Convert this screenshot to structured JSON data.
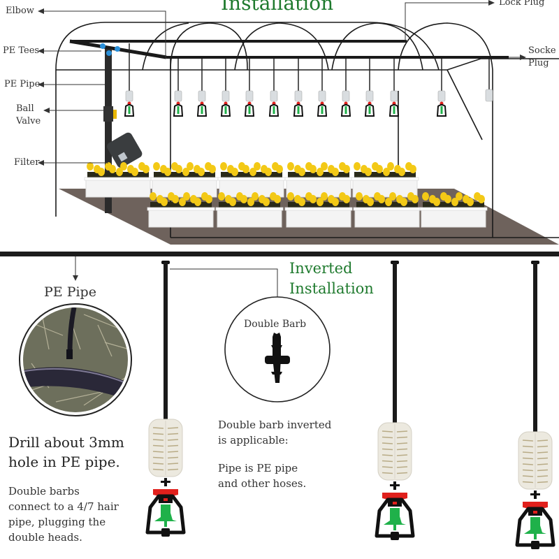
{
  "top_section": {
    "title": "Installation",
    "labels": {
      "elbow": "Elbow",
      "pe_tees": "PE Tees",
      "pe_pipe": "PE Pipe",
      "ball_valve_line1": "Ball",
      "ball_valve_line2": "Valve",
      "filter": "Filter",
      "lock_plug": "Lock Plug",
      "socket_plug_line1": "Socke",
      "socket_plug_line2": "Plug"
    },
    "hanging_sprinkler_count": 12,
    "flower_planter_rows": [
      5,
      5
    ]
  },
  "bottom_section": {
    "title_line1": "Inverted",
    "title_line2": "Installation",
    "pe_pipe_label": "PE Pipe",
    "double_barb_label": "Double Barb",
    "drill_text_line1": "Drill about 3mm",
    "drill_text_line2": "hole in PE pipe.",
    "barbs_text": [
      "Double barbs",
      "connect to a 4/7 hair",
      "pipe, plugging the",
      "double heads."
    ],
    "inverted_text": [
      "Double barb inverted",
      "is applicable:"
    ],
    "pipe_text": [
      "Pipe is PE pipe",
      "and other hoses."
    ],
    "inverted_sprinkler_count": 3
  },
  "colors": {
    "title_green": "#1f7a2e",
    "pipe_black": "#1a1a1a",
    "nozzle_red": "#e0201c",
    "nozzle_green": "#1fb14a",
    "flower_yellow": "#f3c916",
    "floor_brown": "#6e625c",
    "valve_yellow": "#e8b600",
    "tee_blue": "#2a8fd8"
  }
}
